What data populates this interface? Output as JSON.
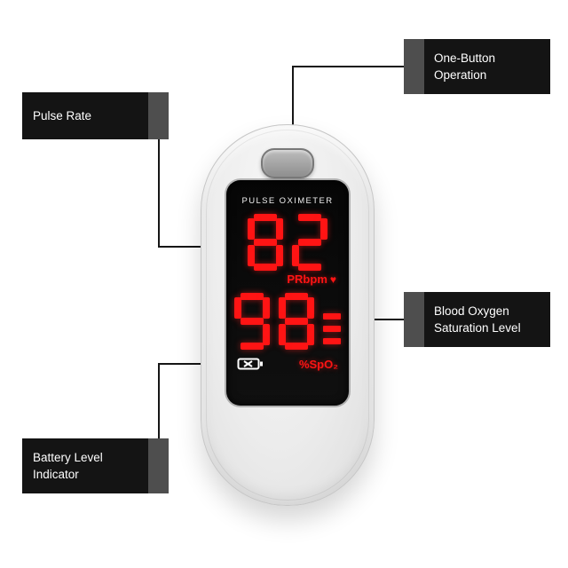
{
  "device": {
    "display": {
      "title": "PULSE OXIMETER",
      "pulse_rate": "82",
      "pulse_rate_unit": "PRbpm",
      "heart_icon": "♥",
      "spo2": "98",
      "spo2_unit": "%SpO₂",
      "signal_bars": 3
    }
  },
  "callouts": {
    "one_button": {
      "label": "One-Button Operation"
    },
    "pulse_rate": {
      "label": "Pulse Rate"
    },
    "blood_oxygen": {
      "label": "Blood Oxygen Saturation Level"
    },
    "battery": {
      "label": "Battery Level Indicator"
    }
  },
  "colors": {
    "led_red": "#ff1414",
    "callout_bg": "#141414",
    "callout_accent": "#4e4e4e",
    "display_bg": "#0a0a0a",
    "body_gray": "#ececec"
  }
}
